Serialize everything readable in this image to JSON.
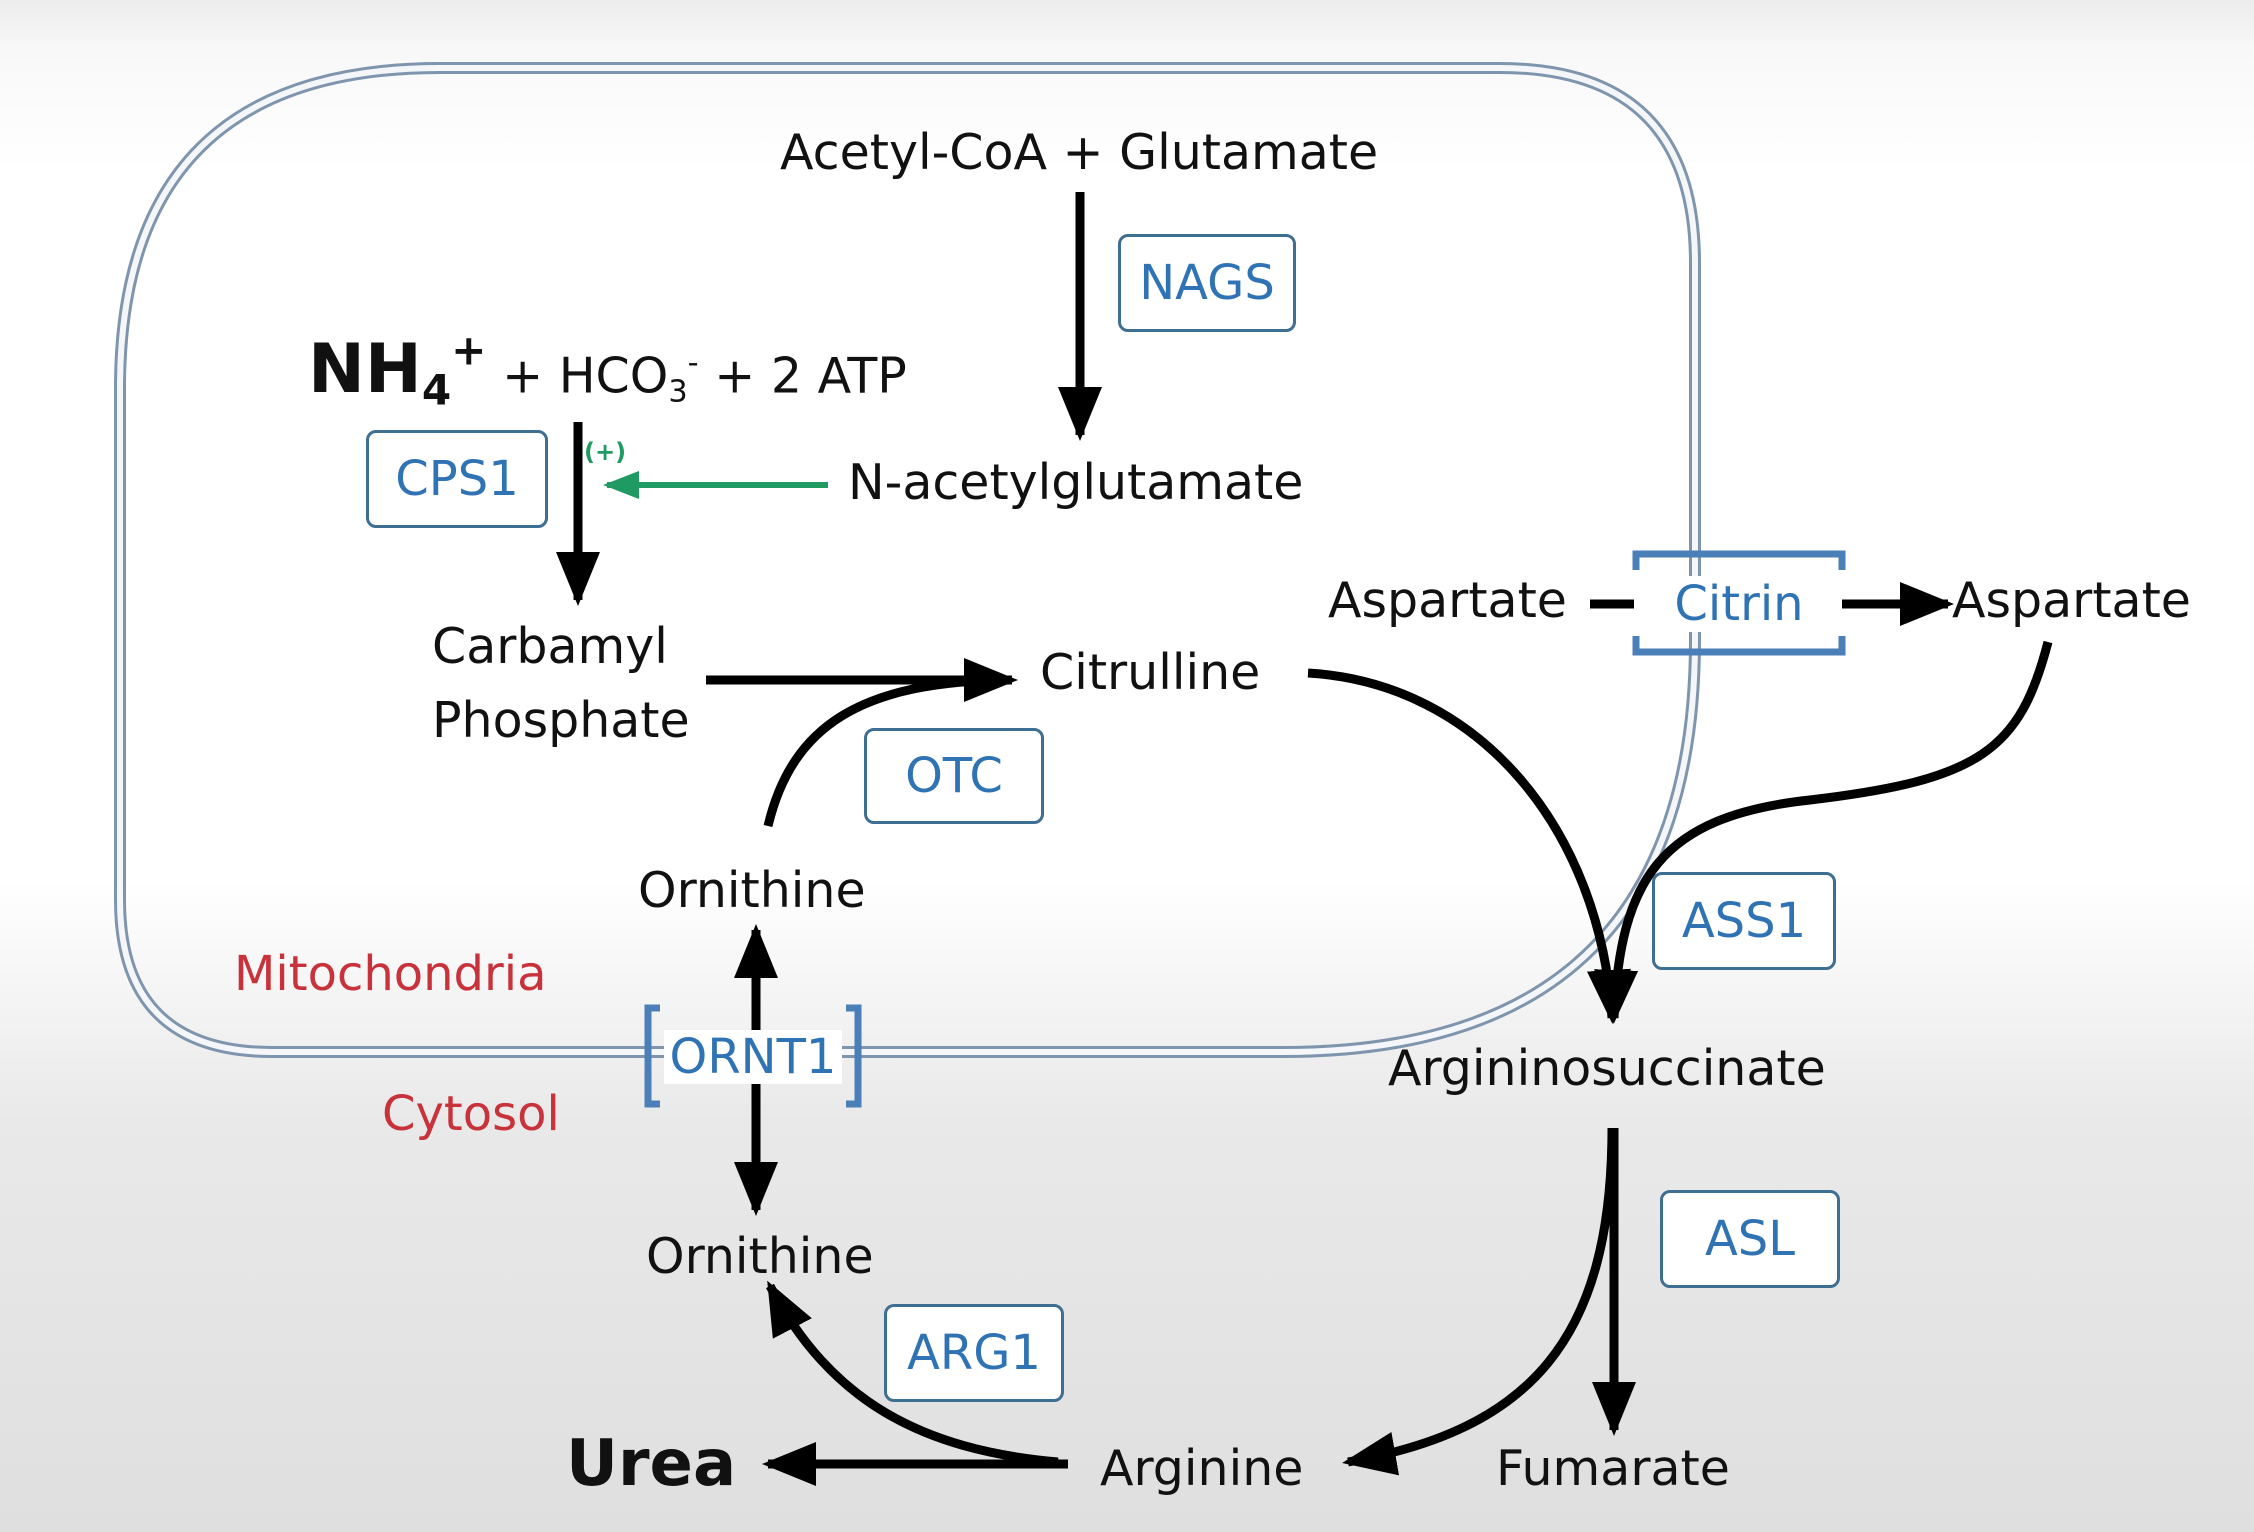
{
  "regions": {
    "mitochondria": "Mitochondria",
    "cytosol": "Cytosol"
  },
  "metabolites": {
    "acetylcoa_glutamate": "Acetyl-CoA + Glutamate",
    "n_acetylglutamate": "N-acetylglutamate",
    "nh4": "NH",
    "nh4_sub": "4",
    "nh4_sup": "+",
    "hco3_pre": "+ HCO",
    "hco3_sub": "3",
    "hco3_sup": "-",
    "atp": "+ 2 ATP",
    "carbamyl_line1": "Carbamyl",
    "carbamyl_line2": "Phosphate",
    "citrulline": "Citrulline",
    "ornithine_mito": "Ornithine",
    "ornithine_cyto": "Ornithine",
    "aspartate_mito": "Aspartate",
    "aspartate_cyto": "Aspartate",
    "argininosuccinate": "Argininosuccinate",
    "fumarate": "Fumarate",
    "arginine": "Arginine",
    "urea": "Urea"
  },
  "enzymes": {
    "nags": "NAGS",
    "cps1": "CPS1",
    "otc": "OTC",
    "ass1": "ASS1",
    "asl": "ASL",
    "arg1": "ARG1"
  },
  "transporters": {
    "citrin": "Citrin",
    "ornt1": "ORNT1"
  },
  "activation_label": "(+)",
  "colors": {
    "membrane": "#7f95ad",
    "enzyme_text": "#2f73b4",
    "enzyme_border": "#3f6e93",
    "region_text": "#c8323a",
    "activation": "#1f9a63",
    "arrow": "#000000"
  }
}
